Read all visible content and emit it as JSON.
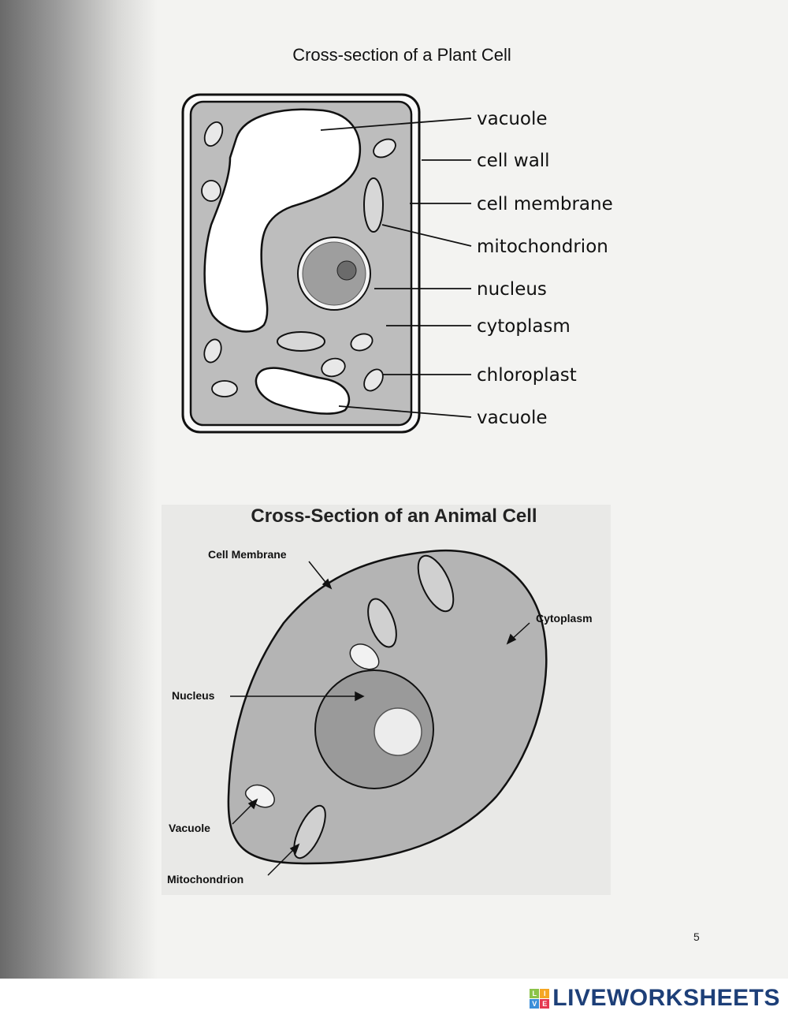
{
  "plant": {
    "title": "Cross-section of a Plant Cell",
    "labels": [
      "vacuole",
      "cell wall",
      "cell membrane",
      "mitochondrion",
      "nucleus",
      "cytoplasm",
      "chloroplast",
      "vacuole"
    ]
  },
  "animal": {
    "title": "Cross-Section of an Animal Cell",
    "labels": {
      "cell_membrane": "Cell Membrane",
      "cytoplasm": "Cytoplasm",
      "nucleus": "Nucleus",
      "vacuole": "Vacuole",
      "mitochondrion": "Mitochondrion"
    }
  },
  "page_number": "5",
  "footer": {
    "logo_text": "LIVEWORKSHEETS",
    "logo_mark": [
      "L",
      "I",
      "V",
      "E"
    ],
    "logo_colors": [
      "#8bc34a",
      "#f5a623",
      "#3b8fd9",
      "#e53950"
    ],
    "brand_color": "#1d3f78"
  }
}
